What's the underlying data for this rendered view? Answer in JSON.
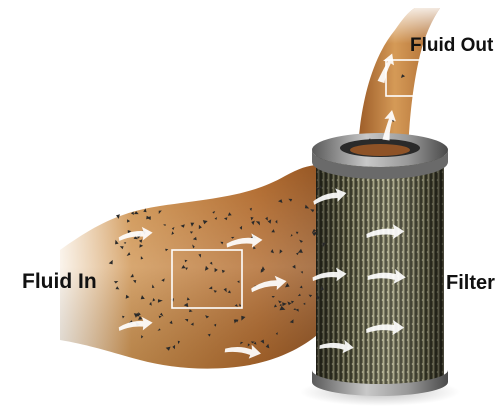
{
  "labels": {
    "fluid_in": "Fluid In",
    "fluid_out": "Fluid Out",
    "filter": "Filter"
  },
  "colors": {
    "fluid_light": "#d9a565",
    "fluid_mid": "#b87a3c",
    "fluid_dark": "#8a4f22",
    "particle": "#2a2a2a",
    "arrow": "#ffffff",
    "filter_pleat_dark": "#4a4a36",
    "filter_pleat_light": "#9c9a7c",
    "filter_cap": "#7a7a7a",
    "magnifier_box": "#ffffff"
  },
  "icons": {
    "flow_arrow": "curved-arrow-icon"
  }
}
